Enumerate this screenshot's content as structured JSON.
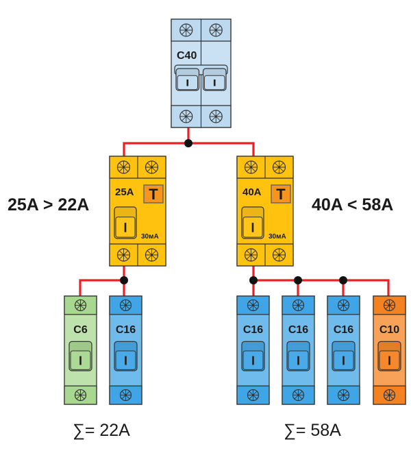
{
  "main_breaker": {
    "rating": "C40",
    "poles": 2,
    "color": "#bcd9ef"
  },
  "rcds": [
    {
      "rating": "25A",
      "test_label": "T",
      "sensitivity": "30мА",
      "color": "#ffc20e",
      "comparison": "25A > 22A"
    },
    {
      "rating": "40A",
      "test_label": "T",
      "sensitivity": "30мА",
      "color": "#ffc20e",
      "comparison": "40A < 58A"
    }
  ],
  "branches": [
    {
      "breakers": [
        {
          "rating": "C6",
          "color": "#a8d890"
        },
        {
          "rating": "C16",
          "color": "#3fa5e6"
        }
      ],
      "sum_label": "∑= 22A"
    },
    {
      "breakers": [
        {
          "rating": "C16",
          "color": "#3fa5e6"
        },
        {
          "rating": "C16",
          "color": "#3fa5e6"
        },
        {
          "rating": "C16",
          "color": "#3fa5e6"
        },
        {
          "rating": "C10",
          "color": "#f58220"
        }
      ],
      "sum_label": "∑= 58A"
    }
  ],
  "colors": {
    "wire": "#e8202a",
    "junction": "#111111",
    "outline": "#333333"
  }
}
